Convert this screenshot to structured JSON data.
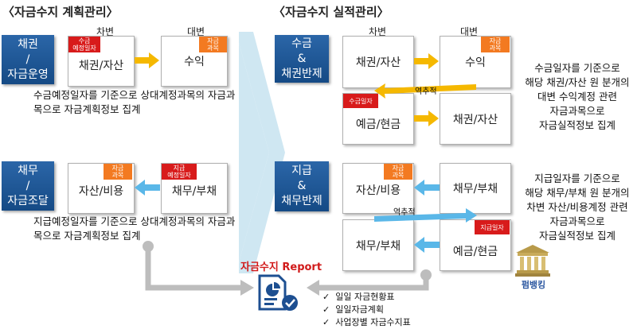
{
  "plan": {
    "title": "〈자금수지 계획관리〉",
    "debit_header": "차변",
    "credit_header": "대변",
    "receivable": {
      "side": [
        "채권",
        "/",
        "자금운영"
      ],
      "debit_box": "채권/자산",
      "debit_tag": "수금\n예정일자",
      "credit_box": "수익",
      "credit_tag": "자금\n과목",
      "description": "수금예정일자를 기준으로 상대계정과목의 자금과목으로 자금계획정보 집계"
    },
    "payable": {
      "side": [
        "채무",
        "/",
        "자금조달"
      ],
      "debit_box": "자산/비용",
      "debit_tag": "자금\n과목",
      "credit_box": "채무/부채",
      "credit_tag": "지급\n예정일자",
      "description": "지급예정일자를 기준으로 상대계정과목의 자금과목으로 자금계획정보 집계"
    }
  },
  "actual": {
    "title": "〈자금수지 실적관리〉",
    "debit_header": "차변",
    "credit_header": "대변",
    "receivable": {
      "side": [
        "수금",
        "&",
        "채권반제"
      ],
      "row1_debit": "채권/자산",
      "row1_credit": "수익",
      "row1_credit_tag": "자금\n과목",
      "reverse_label": "역추적",
      "row2_debit": "예금/현금",
      "row2_debit_tag": "수금일자",
      "row2_credit": "채권/자산",
      "note": [
        "수금일자를 기준으로",
        "해당 채권/자산 원 분개의",
        "대변 수익계정 관련",
        "자금과목으로",
        "자금실적정보 집계"
      ]
    },
    "payable": {
      "side": [
        "지급",
        "&",
        "채무반제"
      ],
      "row1_debit": "자산/비용",
      "row1_debit_tag": "자금\n과목",
      "row1_credit": "채무/부채",
      "reverse_label": "역추적",
      "row2_debit": "채무/부채",
      "row2_credit": "예금/현금",
      "row2_credit_tag": "지급일자",
      "note": [
        "지급일자를 기준으로",
        "해당 채무/부채 원 분개의",
        "차변 자산/비용계정 관련",
        "자금과목으로",
        "자금실적정보 집계"
      ]
    }
  },
  "report": {
    "title": "자금수지 Report",
    "items": [
      "일일 자금현황표",
      "일일자금계획",
      "사업장별 자금수지표"
    ]
  },
  "bank": {
    "label": "펌뱅킹"
  },
  "colors": {
    "navy": "#1b4f8c",
    "orange": "#f37a21",
    "red": "#d81b1b",
    "yellow_arrow": "#f5b800",
    "blue_arrow": "#5ab7e8",
    "funnel": "#cfe7f2",
    "report_red": "#d11a1a"
  }
}
